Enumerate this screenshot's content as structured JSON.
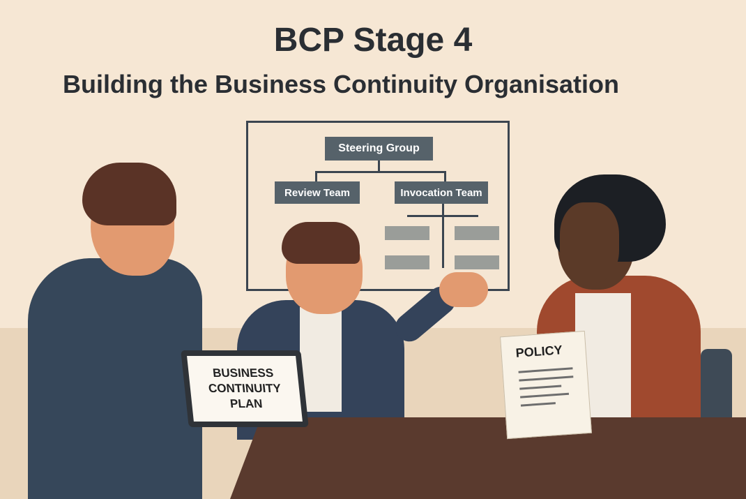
{
  "title": "BCP Stage 4",
  "subtitle": "Building the Business Continuity Organisation",
  "org_chart": {
    "top": "Steering Group",
    "children": [
      "Review Team",
      "Invocation Team"
    ],
    "sub_boxes": 4
  },
  "laptop_text": {
    "line1": "BUSINESS",
    "line2": "CONTINUITY",
    "line3": "PLAN"
  },
  "document_text": "POLICY"
}
